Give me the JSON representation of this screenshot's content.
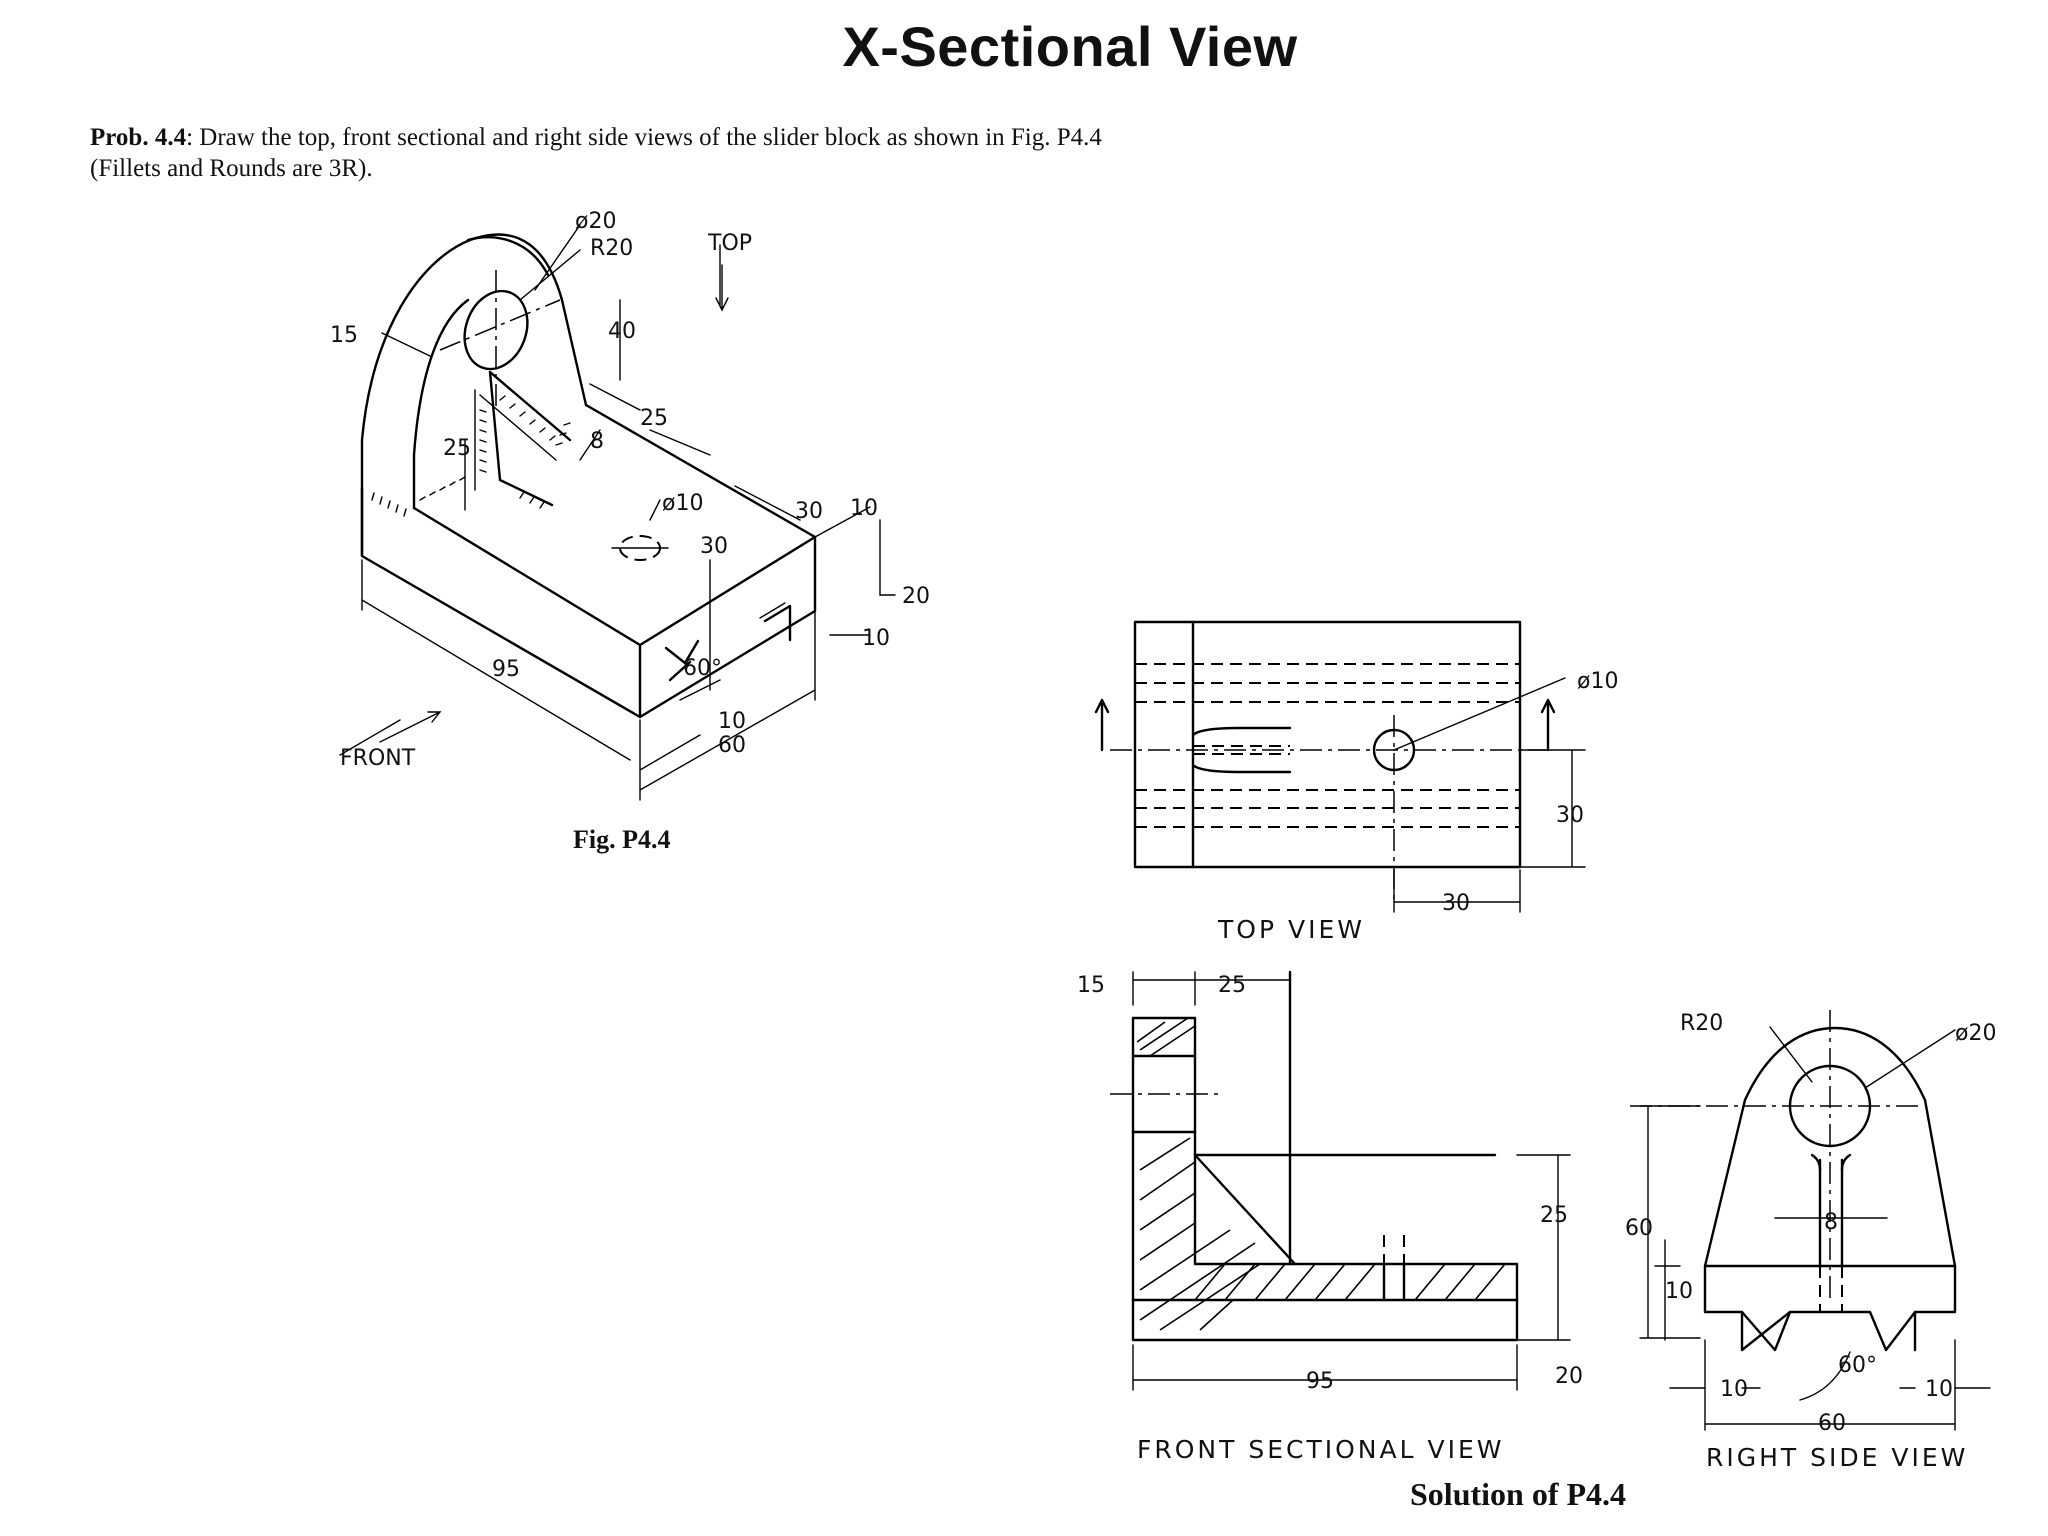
{
  "title": "X-Sectional View",
  "problem": {
    "label": "Prob. 4.4",
    "text": ": Draw the top, front sectional and right side views of the slider block as shown in Fig. P4.4 (Fillets and Rounds are 3R)."
  },
  "iso": {
    "caption": "Fig. P4.4",
    "top_arrow_label": "TOP",
    "front_arrow_label": "FRONT",
    "dims": {
      "d20": "ø20",
      "r20": "R20",
      "d15": "15",
      "d40": "40",
      "d25a": "25",
      "d25b": "25",
      "d8": "8",
      "d10hole": "ø10",
      "d30a": "30",
      "d30b": "30",
      "d10a": "10",
      "d20b": "20",
      "d10b": "10",
      "d60deg": "60°",
      "d10c": "10",
      "d60": "60",
      "d95": "95"
    }
  },
  "top_view": {
    "caption": "TOP VIEW",
    "dims": {
      "hole": "ø10",
      "d30v": "30",
      "d30h": "30"
    }
  },
  "front_view": {
    "caption": "FRONT SECTIONAL VIEW",
    "dims": {
      "d15": "15",
      "d25top": "25",
      "d25": "25",
      "d20": "20",
      "d95": "95"
    }
  },
  "side_view": {
    "caption": "RIGHT SIDE VIEW",
    "dims": {
      "r20": "R20",
      "d20": "ø20",
      "d8": "8",
      "d60v": "60",
      "d10v": "10",
      "d60deg": "60°",
      "d10l": "10",
      "d10r": "10",
      "d60h": "60"
    }
  },
  "solution_label": "Solution of P4.4"
}
